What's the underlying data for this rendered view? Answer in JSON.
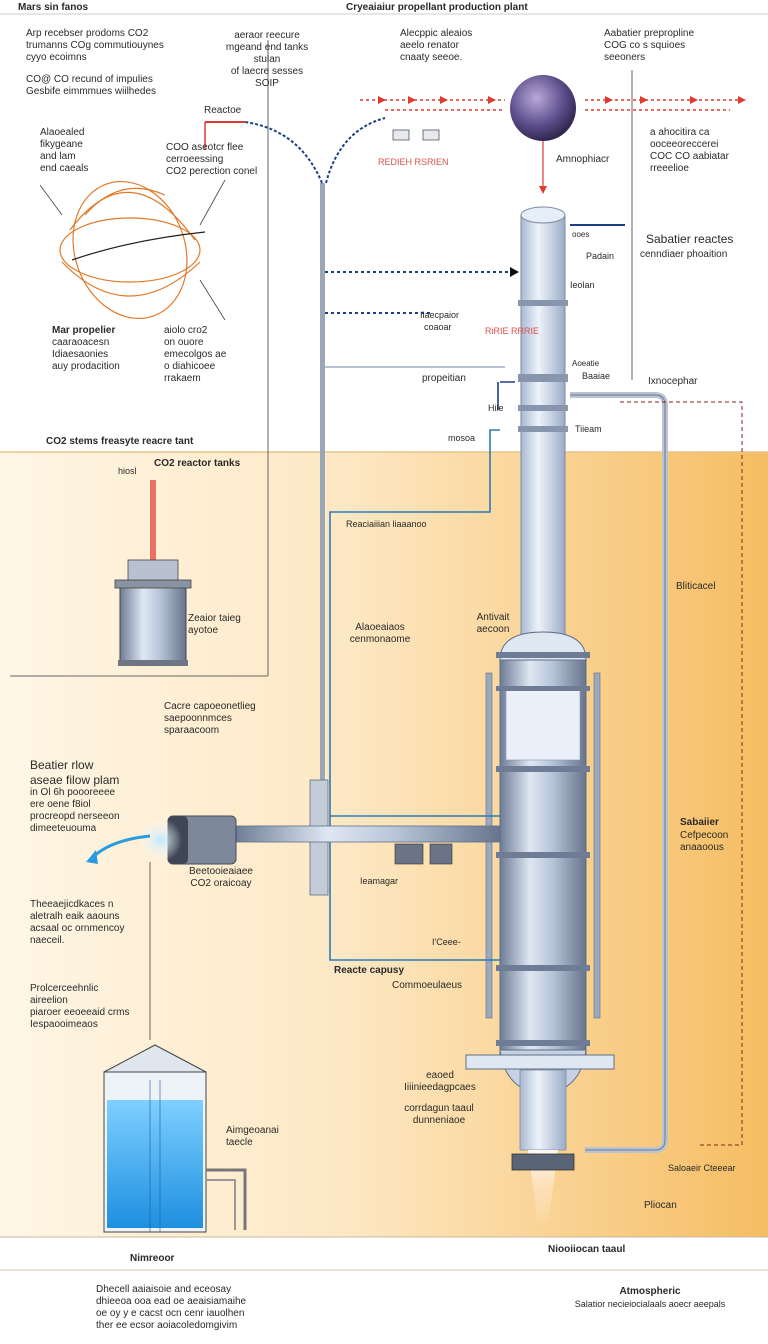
{
  "title": "Cryeaiaiur propellant production plant",
  "top_left_header": "Mars sin fanos",
  "intro": [
    "Arp recebser prodoms CO2",
    "trumanns COg commutiouynes",
    "cyyo ecoimns"
  ],
  "intro2": [
    "CO@ CO recund of impulies",
    "Gesbife eimmmues wiilhedes"
  ],
  "top_mid": [
    "aeraor reecure",
    "mgeand end tanks",
    "stulan",
    "of laecre sesses",
    "SOIP"
  ],
  "top_center": [
    "Alecppic aleaios",
    "aeelo renator",
    "cnaaty seeoe."
  ],
  "top_right": [
    "Aabatier prepropline",
    "COG co s squioes",
    "seeoners"
  ],
  "reactor_label": "Reactoe",
  "co2_feed": [
    "COO aseotcr flee",
    "cerroeessing",
    "CO2 perection conel"
  ],
  "abs_left": [
    "Alaoealed",
    "fikygeane",
    "and lam",
    "end caeals"
  ],
  "globe_label": "Amnophiacr",
  "right_note": [
    "a ahocitira ca",
    "ooceeoreccerei",
    "COC CO aabiatar",
    "rreeelioe"
  ],
  "sabatier_title": [
    "Sabatier reactes",
    "cenndiaer phoaition"
  ],
  "pods": [
    "ooes",
    "Padain",
    "Ieolan",
    "RiRIE RRRIE",
    "Aoeatie",
    "Baaiae",
    "Tiieam"
  ],
  "pipe_red": "REDIEH RSRIEN",
  "inleft": [
    "Iiaecpaior",
    "coaoar"
  ],
  "propulsion": "propeitian",
  "ionosphar": "Ixnocephar",
  "mar_prop": [
    "Mar propelier",
    "caaraoacesn",
    "Idiaesaonies",
    "auy prodacition"
  ],
  "mid_co2": [
    "aiolo cro2",
    "on ouore",
    "emecolgos ae",
    "o diahicoee",
    "rrakaem"
  ],
  "left_ring": [
    "Hile",
    "mosoa"
  ],
  "storage_hdr": "CO2 stems freasyte reacre tant",
  "co2_tanks": "CO2 reactor tanks",
  "hiosl": "hiosl",
  "zeotor": [
    "Zeaior taieg",
    "ayotoe"
  ],
  "heat_exchange": "Reaciaiiian liaaanoo",
  "abs_center": [
    "Alaoeaiaos",
    "cenmonaome"
  ],
  "antical": [
    "Antivait",
    "aecoon"
  ],
  "bliticacel": "Bliticacel",
  "storage_note": [
    "Cacre capoeonetlieg",
    "saepoonnmces",
    "sparaacoom"
  ],
  "flow_title": [
    "Beatier rlow",
    "aseae filow plam"
  ],
  "flow_notes": [
    "in Ol 6h poooreeee",
    "ere oene f8iol",
    "procreopd nerseeon",
    "dimeeteuouma"
  ],
  "sabatier_right": [
    "Sabaiier",
    "Cefpecoon",
    "anaaoous"
  ],
  "compressor": [
    "Beetooieaiaee",
    "CO2 oraicoay"
  ],
  "hxer": "Ieamagar",
  "flow_detail": [
    "Theeaejicdkaces n",
    "aletralh eaik aaouns",
    "acsaal oc ornmencoy",
    "naeceil."
  ],
  "icee": "I'Ceee-",
  "reacte_capacity": "Reacte capusy",
  "commulates": "Commoeulaeus",
  "product": [
    "Prolcerceehnlic",
    "aireelion",
    "piaroer eeoeeaid crms",
    "Iespaooimeaos"
  ],
  "bottom_stack": [
    "eaoed",
    "Iiiinieedagpcaes"
  ],
  "cool": [
    "corrdagun taaul",
    "dunneniaoe"
  ],
  "tank_label": [
    "Aimgeoanai",
    "taecle"
  ],
  "saturn": "Saloaeir Cteeear",
  "pliocan": "Pliocan",
  "bottom_left": "Nimreoor",
  "bottom_center": "Niooiiocan taaul",
  "footer_left": [
    "Dhecell aaiaisoie and eceosay",
    "dhieeoa ooa ead oe aeaisiamaihe",
    "oe oy y e cacst ocn cenr iauolhen",
    "ther ee ecsor aoiacoledomgivim"
  ],
  "footer_right": [
    "Atmospheric",
    "Salatior necieiocialaals aoecr aeepals"
  ],
  "colors": {
    "sky": "#ffffff",
    "ground_top": "#fbe4bf",
    "ground_side": "#f6c06a",
    "steel": "#9aa9bf",
    "glass": "#d9e6f5",
    "pipe_blue": "#1e4b9a",
    "pipe_red": "#e03a2f",
    "accent_blue": "#2a9be0"
  }
}
